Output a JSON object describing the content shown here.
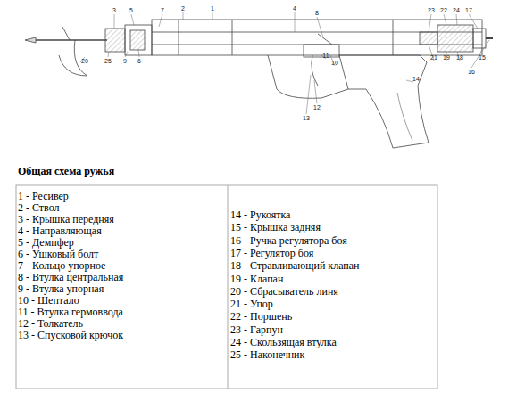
{
  "diagram": {
    "title": "Общая схема ружья",
    "labels": [
      "1",
      "2",
      "3",
      "4",
      "5",
      "6",
      "7",
      "8",
      "9",
      "10",
      "11",
      "12",
      "13",
      "14",
      "15",
      "16",
      "17",
      "18",
      "19",
      "20",
      "21",
      "22",
      "23",
      "24",
      "25",
      "1 - Ресивер",
      "2 - Ствол",
      "3 - Крышка передняя",
      "4 - Направляющая",
      "5 - Демпфер",
      "6 - Ушковый болт",
      "7 - Кольцо упорное",
      "8 - Втулка центральная",
      "9 - Втулка упорная",
      "10 - Шептало",
      "11 - Втулка гермоввода",
      "12 - Толкатель",
      "13 - Спусковой крючок",
      "14 - Рукоятка",
      "15 - Крышка задняя",
      "16 - Ручка регулятора боя",
      "17 - Регулятор боя",
      "18 - Стравливающий клапан",
      "19 - Клапан",
      "20 - Сбрасыватель линя",
      "21 - Упор",
      "22 - Поршень",
      "23 - Гарпун",
      "24 - Скользящая втулка",
      "25 - Наконечник"
    ]
  }
}
